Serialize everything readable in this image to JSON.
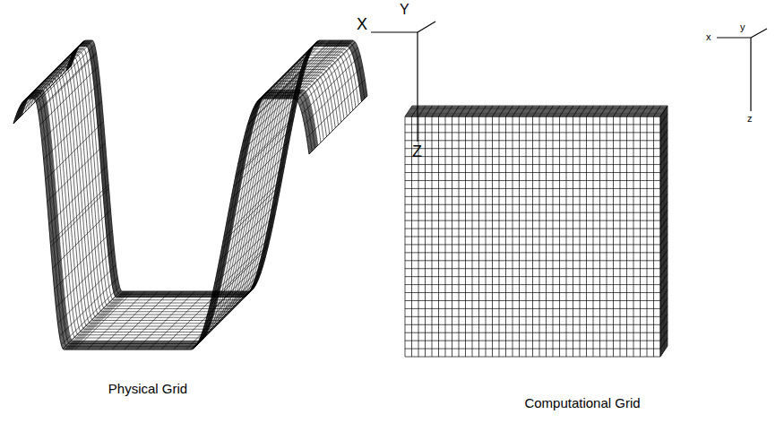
{
  "diagram": {
    "labels": [
      "Physical Grid",
      "Computational Grid",
      "X",
      "Y",
      "Z",
      "x",
      "y",
      "z"
    ]
  }
}
